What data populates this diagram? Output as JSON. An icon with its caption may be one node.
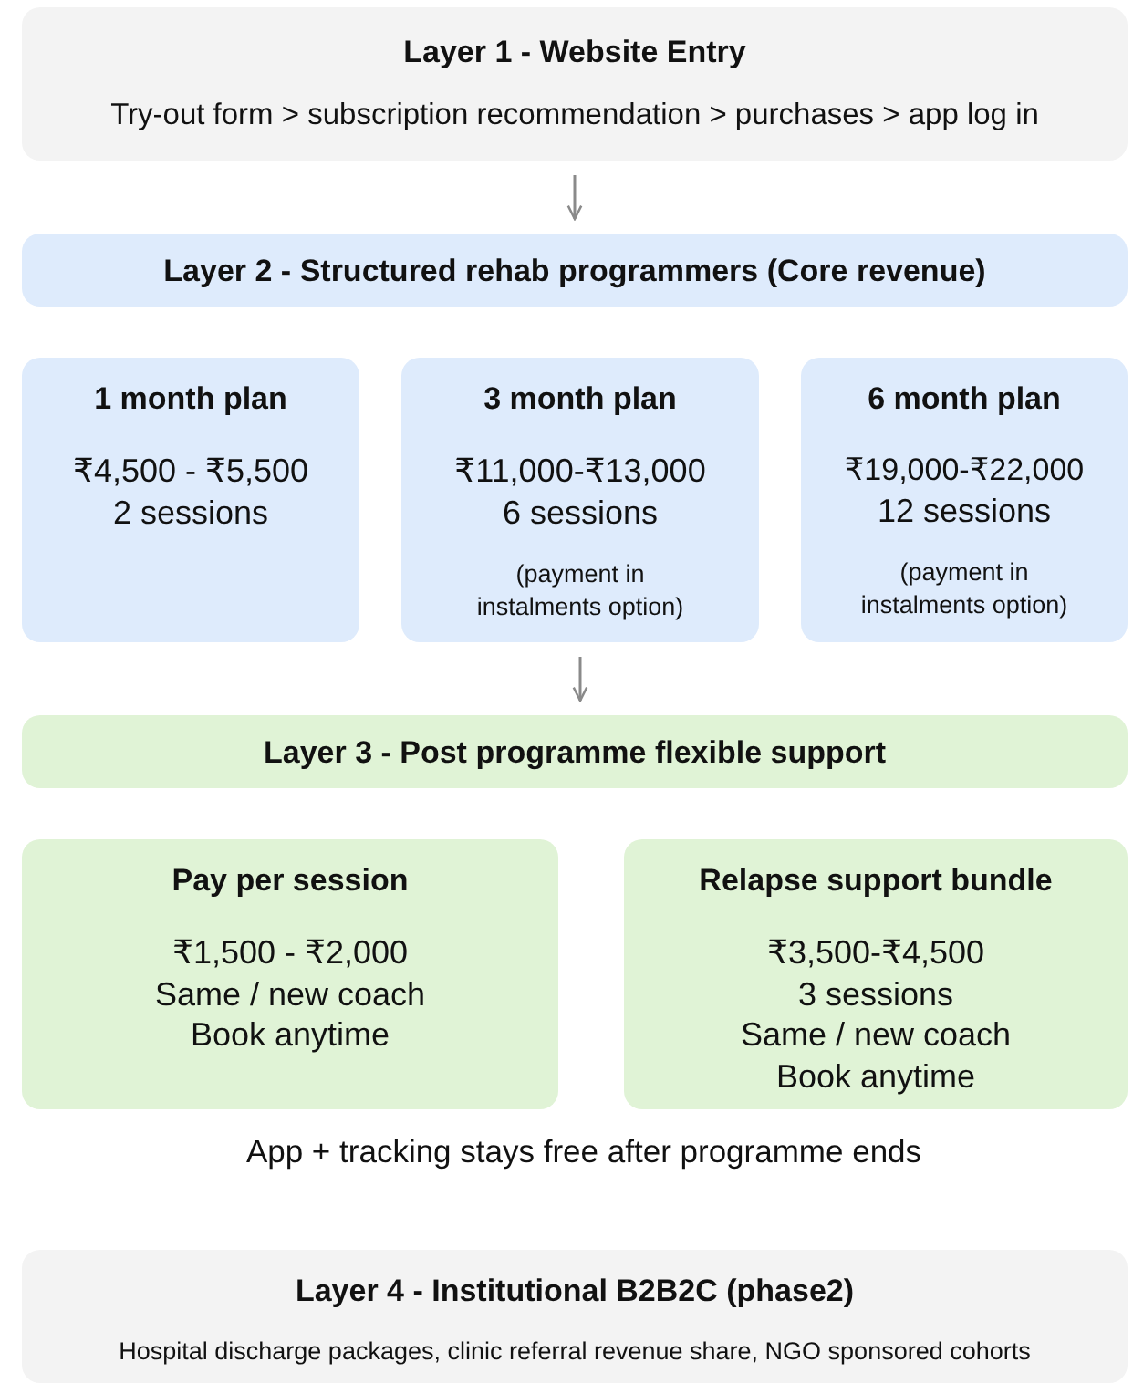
{
  "diagram": {
    "nodes": [
      {
        "text": [
          "Layer 1 - Website Entry",
          "Try-out form > subscription recommendation > purchases > app log in"
        ]
      },
      {
        "text": [
          "Layer 2 - Structured rehab programmers (Core revenue)"
        ]
      },
      {
        "text": [
          "1 month plan",
          "₹4,500 - ₹5,500",
          "2 sessions"
        ]
      },
      {
        "text": [
          "3 month plan",
          "₹11,000-₹13,000",
          "6 sessions",
          "(payment in instalments option)"
        ]
      },
      {
        "text": [
          "6 month plan",
          "₹19,000-₹22,000",
          "12 sessions",
          "(payment in instalments option)"
        ]
      },
      {
        "text": [
          "Layer 3 - Post programme flexible support"
        ]
      },
      {
        "text": [
          "Pay per session",
          "₹1,500 - ₹2,000",
          "Same / new coach",
          "Book anytime"
        ]
      },
      {
        "text": [
          "Relapse support bundle",
          "₹3,500-₹4,500",
          "3 sessions",
          "Same / new coach",
          "Book anytime"
        ]
      },
      {
        "text": [
          "Layer 4 - Institutional B2B2C (phase2)",
          "Hospital discharge packages, clinic referral revenue share, NGO sponsored cohorts"
        ]
      }
    ],
    "edges": [
      {
        "from": 0,
        "to": 1,
        "arrow": "to"
      },
      {
        "from": 3,
        "to": 5,
        "arrow": "to"
      }
    ],
    "labels": [
      "App + tracking stays free after programme ends"
    ]
  }
}
